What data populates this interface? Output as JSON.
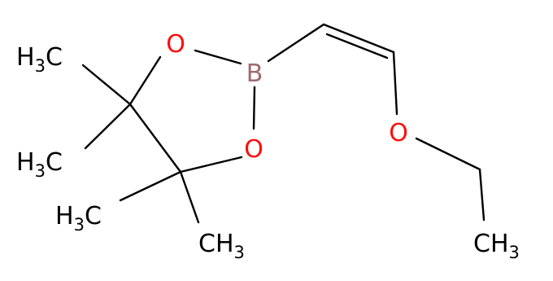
{
  "molecule": {
    "colors": {
      "bond": "#000000",
      "carbon_label": "#000000",
      "oxygen": "#ff0d0d",
      "boron": "#9e6b6b"
    },
    "labels": {
      "o_top": "O",
      "o_bottom": "O",
      "boron": "B",
      "o_ether": "O",
      "ch3_1": {
        "main": "H",
        "sub": "3",
        "tail": "C"
      },
      "ch3_2": {
        "main": "H",
        "sub": "3",
        "tail": "C"
      },
      "ch3_3": {
        "main": "H",
        "sub": "3",
        "tail": "C"
      },
      "ch3_4": {
        "main": "CH",
        "sub": "3"
      },
      "ch3_5": {
        "main": "CH",
        "sub": "3"
      }
    }
  }
}
